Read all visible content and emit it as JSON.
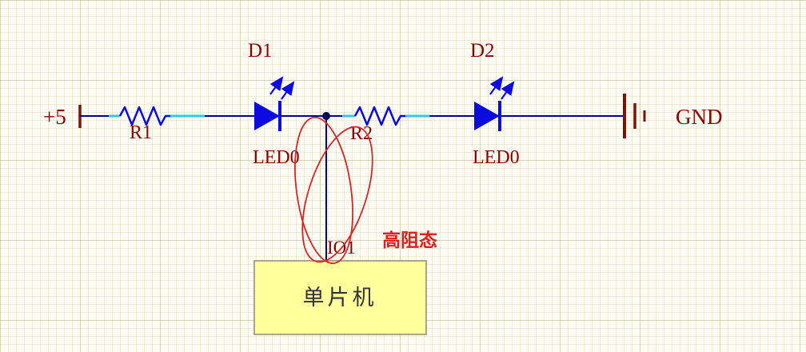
{
  "schematic": {
    "power_label": "+5",
    "gnd_label": "GND",
    "components": {
      "r1": {
        "designator": "R1"
      },
      "r2": {
        "designator": "R2"
      },
      "d1": {
        "designator": "D1",
        "part": "LED0"
      },
      "d2": {
        "designator": "D2",
        "part": "LED0"
      }
    },
    "net_label": "IO1",
    "mcu_label": "单片机",
    "annotation_text": "高阻态"
  },
  "colors": {
    "wire": "#00007A",
    "lead": "#3CC8DC",
    "symbol": "#0B0BE0",
    "designator": "#8B0000",
    "power_gnd": "#7A1407",
    "annotation": "#D92525",
    "mcu_fill": "#FFFF9C",
    "mcu_border": "#8C8C6E",
    "mcu_text": "#333333"
  }
}
